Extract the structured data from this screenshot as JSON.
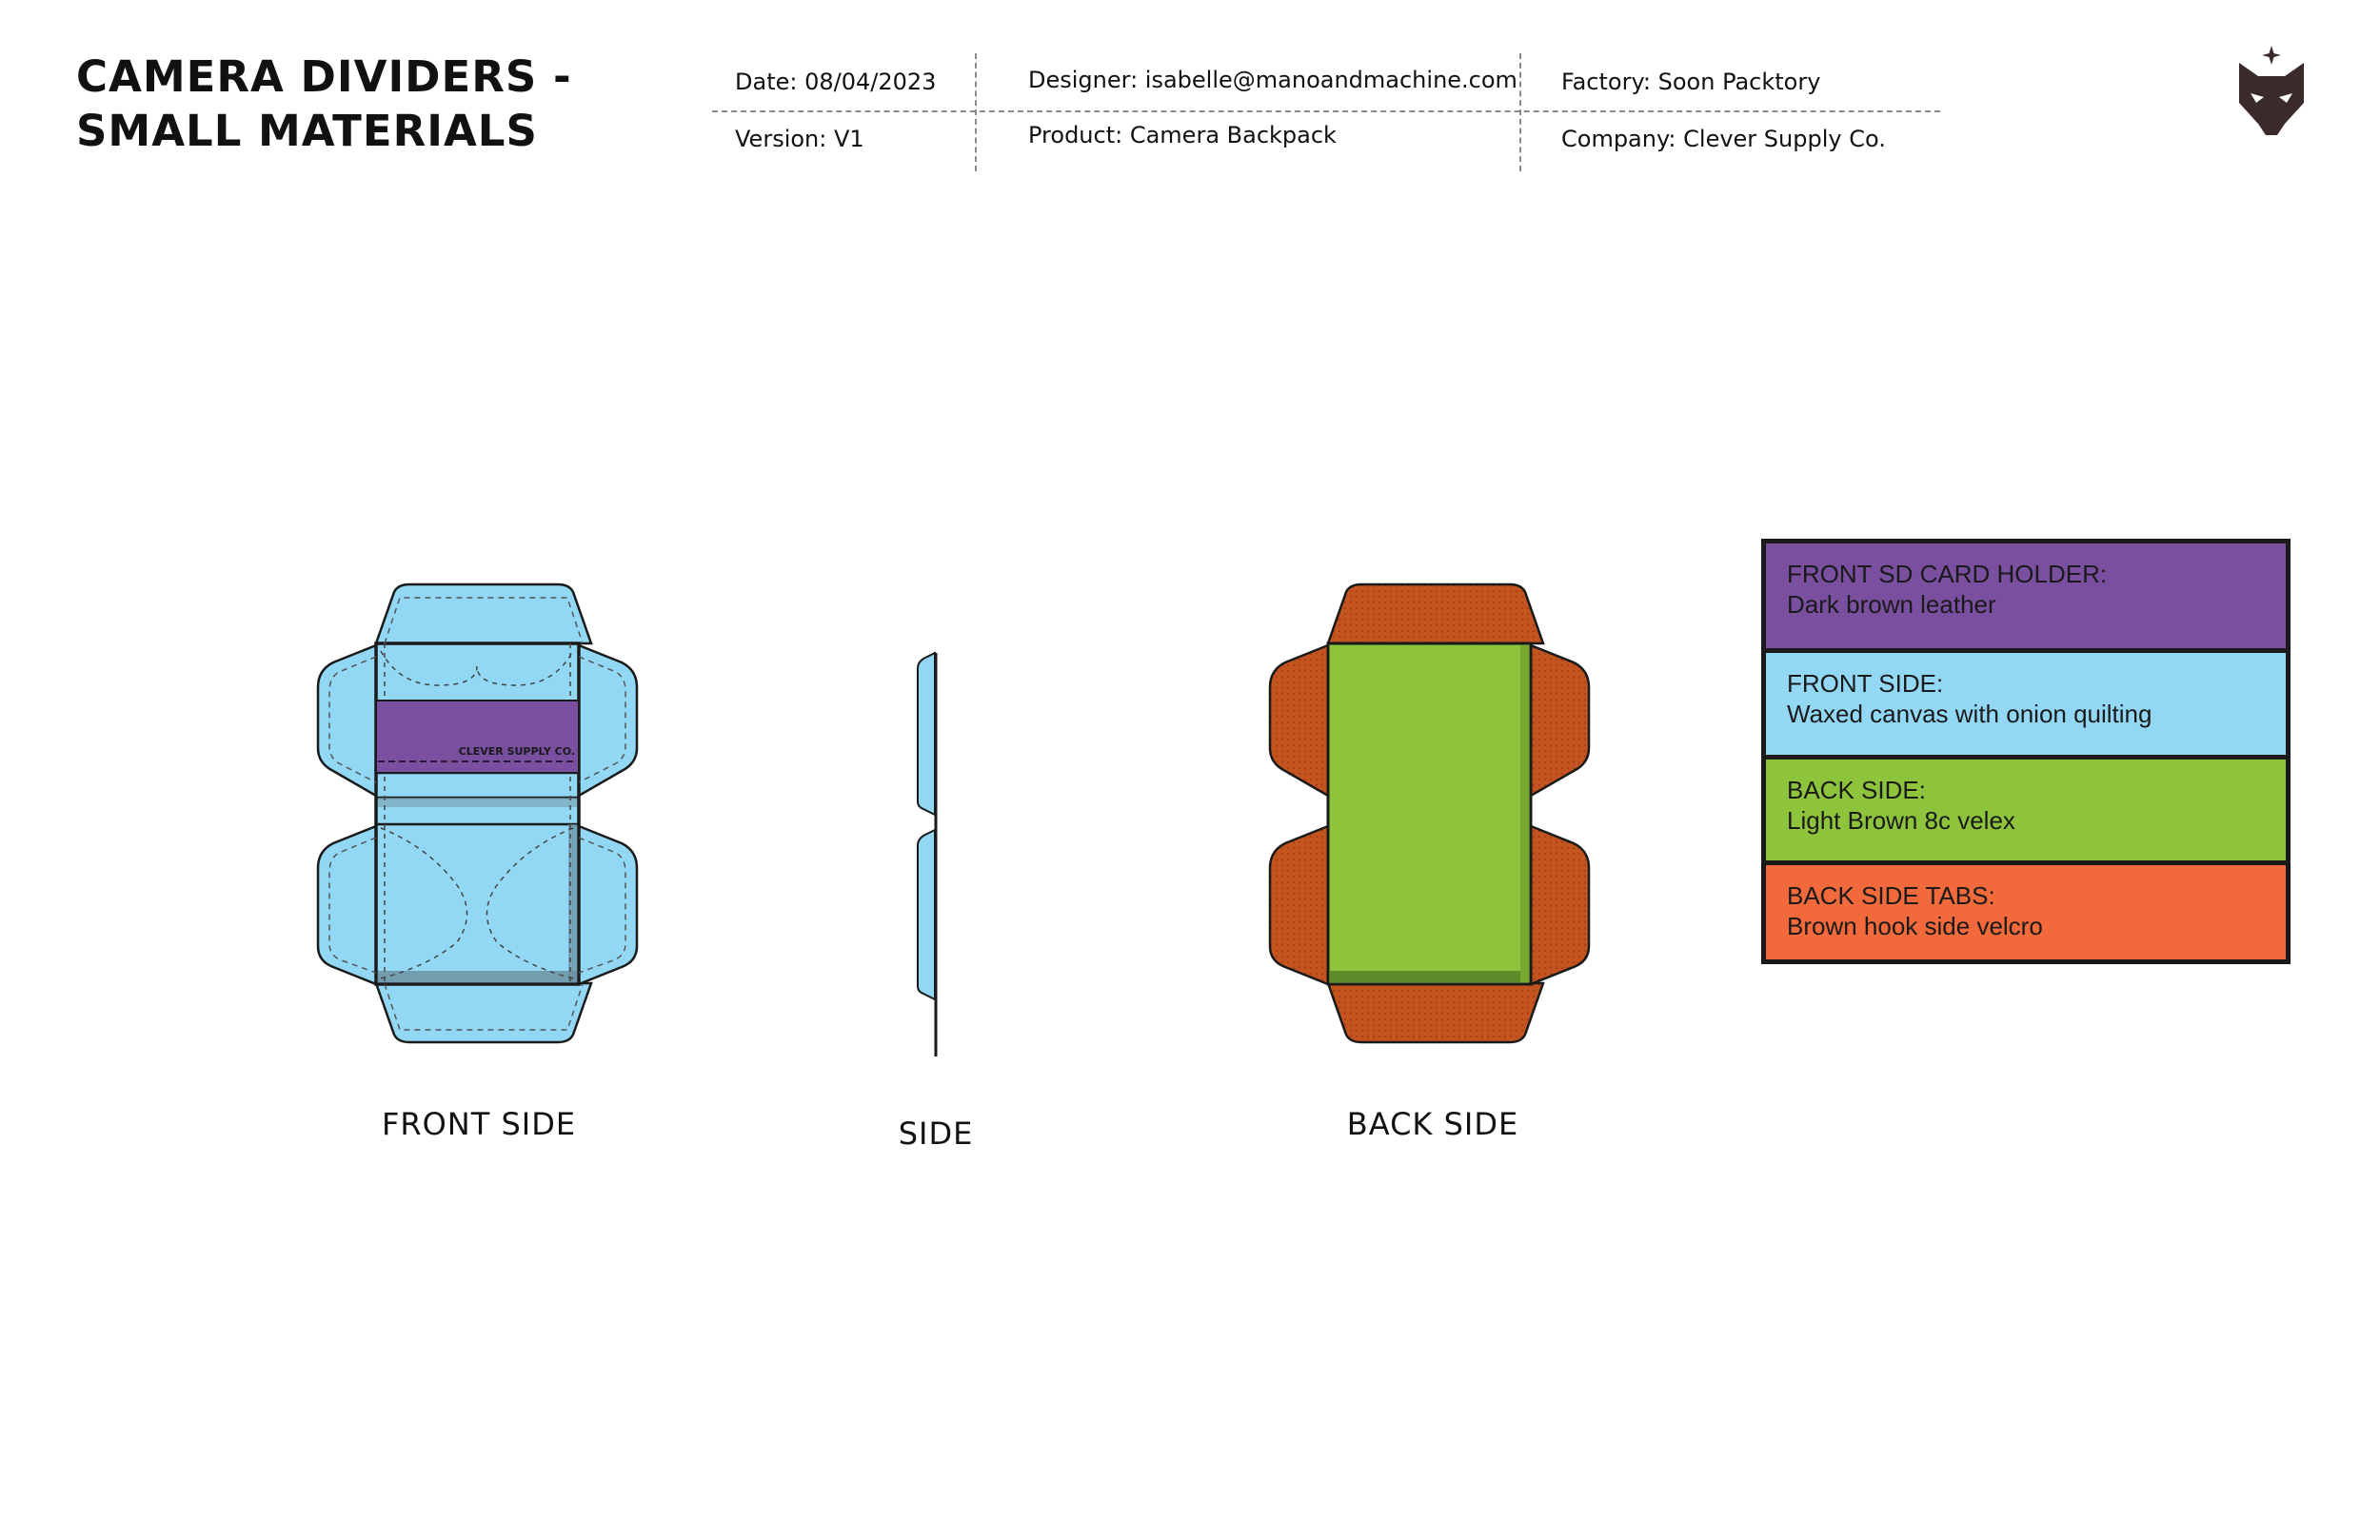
{
  "title": {
    "line1": "CAMERA DIVIDERS -",
    "line2": "SMALL MATERIALS"
  },
  "meta": {
    "date": "Date: 08/04/2023",
    "version": "Version: V1",
    "designer": "Designer: isabelle@manoandmachine.com",
    "product": "Product: Camera Backpack",
    "factory": "Factory: Soon Packtory",
    "company": "Company: Clever Supply Co."
  },
  "logo": {
    "icon": "fox-head-star-icon",
    "color": "#3b2a2a"
  },
  "views": {
    "front_label": "FRONT SIDE",
    "side_label": "SIDE",
    "back_label": "BACK SIDE",
    "strap_text": "CLEVER SUPPLY CO."
  },
  "colors": {
    "front": "#92d8f5",
    "sd_holder": "#7a4fa0",
    "back": "#8dc43c",
    "back_tabs": "#c4541f",
    "legend_tabs": "#f26a3b",
    "outline": "#1a1a1a"
  },
  "legend": [
    {
      "title": "FRONT SD CARD HOLDER:",
      "desc": "Dark brown leather",
      "color": "#7a4fa0"
    },
    {
      "title": "FRONT SIDE:",
      "desc": "Waxed canvas with onion quilting",
      "color": "#92d8f5"
    },
    {
      "title": "BACK SIDE:",
      "desc": "Light Brown 8c velex",
      "color": "#8dc43c"
    },
    {
      "title": "BACK SIDE TABS:",
      "desc": "Brown hook side velcro",
      "color": "#f26a3b"
    }
  ]
}
